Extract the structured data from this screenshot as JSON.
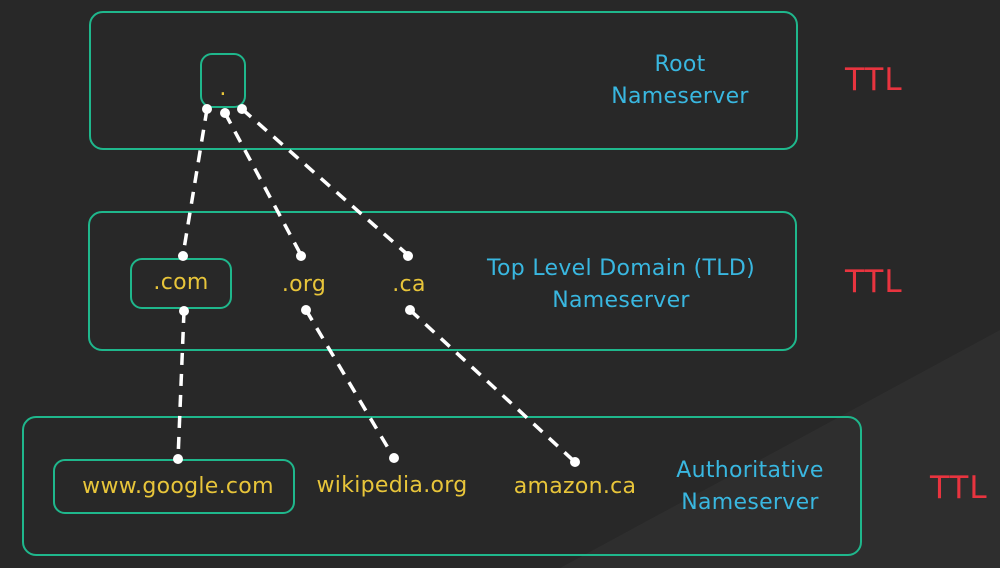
{
  "root": {
    "symbol": ".",
    "title_line1": "Root",
    "title_line2": "Nameserver",
    "ttl": "TTL"
  },
  "tld": {
    "domains": [
      ".com",
      ".org",
      ".ca"
    ],
    "title_line1": "Top Level Domain (TLD)",
    "title_line2": "Nameserver",
    "ttl": "TTL"
  },
  "authoritative": {
    "domains": [
      "www.google.com",
      "wikipedia.org",
      "amazon.ca"
    ],
    "title_line1": "Authoritative",
    "title_line2": "Nameserver",
    "ttl": "TTL"
  },
  "colors": {
    "background": "#282828",
    "border": "#1fb78c",
    "title": "#39b7e0",
    "domain": "#e8c53a",
    "ttl": "#e8343f",
    "connector": "#ffffff"
  }
}
